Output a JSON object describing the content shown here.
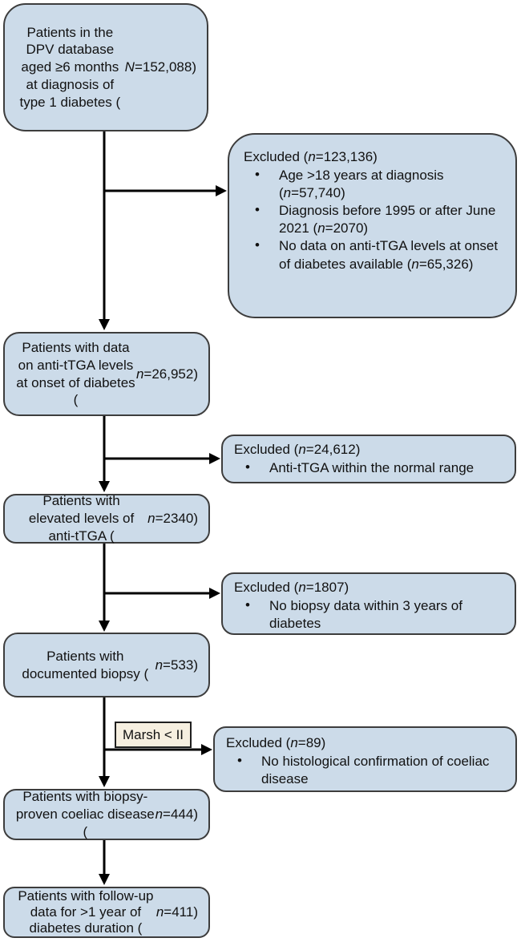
{
  "palette": {
    "box_fill": "#ccdbe9",
    "box_border": "#3d3d3d",
    "label_fill": "#f6efe0",
    "label_border": "#1f1f1f",
    "arrow": "#000000"
  },
  "flow": {
    "main_boxes": [
      {
        "id": "dpv-database",
        "text": "Patients in the DPV database aged ≥6 months at diagnosis of type 1 diabetes (*N*=152,088)"
      },
      {
        "id": "anti-ttga-data",
        "text": "Patients with data on anti-tTGA levels at onset of diabetes (*n*=26,952)"
      },
      {
        "id": "elevated-anti-ttga",
        "text": "Patients with elevated levels of anti-tTGA (*n*=2340)"
      },
      {
        "id": "documented-biopsy",
        "text": "Patients with documented biopsy (*n*=533)"
      },
      {
        "id": "biopsy-proven-cd",
        "text": "Patients with biopsy-proven coeliac disease (*n*=444)"
      },
      {
        "id": "follow-up",
        "text": "Patients with follow-up data for >1 year of diabetes duration (*n*=411)"
      }
    ],
    "excluded_boxes": [
      {
        "title": "Excluded (*n*=123,136)",
        "bullets": [
          "Age >18 years at diagnosis (*n*=57,740)",
          "Diagnosis before 1995 or after June 2021 (*n*=2070)",
          "No data on anti-tTGA levels at onset of diabetes available (*n*=65,326)"
        ]
      },
      {
        "title": "Excluded (*n*=24,612)",
        "bullets": [
          "Anti-tTGA within the normal range"
        ]
      },
      {
        "title": "Excluded (*n*=1807)",
        "bullets": [
          "No biopsy data within 3 years of diabetes"
        ]
      },
      {
        "title": "Excluded (*n*=89)",
        "bullets": [
          "No histological confirmation of coeliac disease"
        ]
      }
    ],
    "branch_label": "Marsh < II"
  }
}
